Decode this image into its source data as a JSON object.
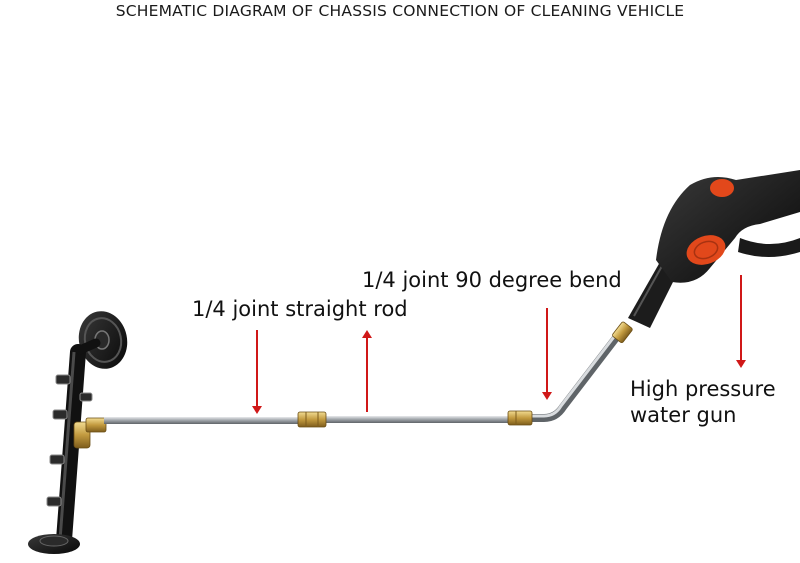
{
  "title": "SCHEMATIC DIAGRAM OF CHASSIS CONNECTION OF CLEANING VEHICLE",
  "labels": {
    "straight_rod": "1/4 joint straight rod",
    "bend": "1/4 joint 90 degree bend",
    "gun_line1": "High pressure",
    "gun_line2": "water gun"
  },
  "colors": {
    "arrow": "#d01818",
    "gun_red": "#e2481b",
    "brass": "#c9a24a",
    "steel": "#a9aeb3",
    "black_part": "#141414"
  }
}
